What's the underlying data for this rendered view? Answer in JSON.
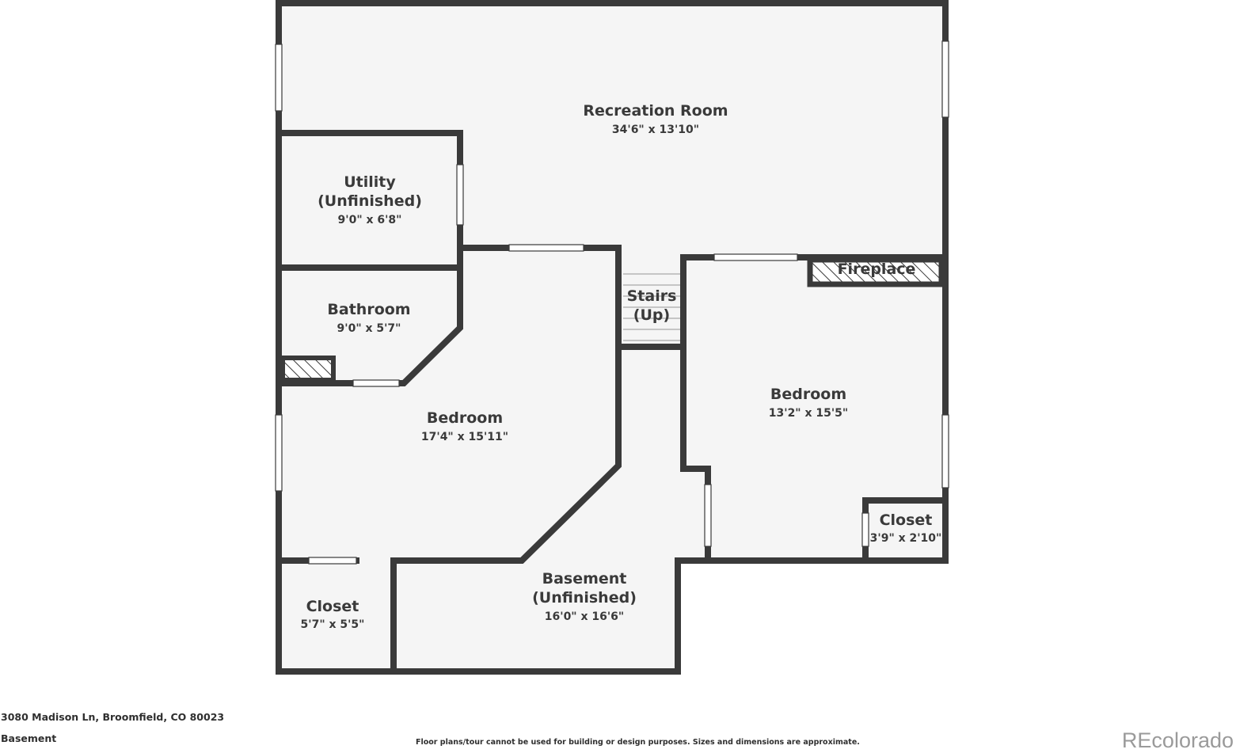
{
  "rooms": {
    "recreation": {
      "name": "Recreation Room",
      "dims": "34'6\" x 13'10\""
    },
    "utility": {
      "name_line1": "Utility",
      "name_line2": "(Unfinished)",
      "dims": "9'0\" x 6'8\""
    },
    "bathroom": {
      "name": "Bathroom",
      "dims": "9'0\" x 5'7\""
    },
    "bedroom_left": {
      "name": "Bedroom",
      "dims": "17'4\" x 15'11\""
    },
    "stairs": {
      "name_line1": "Stairs",
      "name_line2": "(Up)"
    },
    "fireplace": {
      "name": "Fireplace"
    },
    "bedroom_right": {
      "name": "Bedroom",
      "dims": "13'2\" x 15'5\""
    },
    "closet_right": {
      "name": "Closet",
      "dims": "3'9\" x 2'10\""
    },
    "closet_left": {
      "name": "Closet",
      "dims": "5'7\" x 5'5\""
    },
    "basement": {
      "name_line1": "Basement",
      "name_line2": "(Unfinished)",
      "dims": "16'0\" x 16'6\""
    }
  },
  "footer": {
    "address": "3080 Madison Ln, Broomfield, CO 80023",
    "level": "Basement",
    "disclaimer": "Floor plans/tour cannot be used for building or design purposes. Sizes and dimensions are approximate.",
    "brand": "REcolorado"
  },
  "colors": {
    "wall": "#3a3a3a",
    "floor": "#f5f5f5",
    "window": "#ffffff",
    "brand": "#9a9a9a"
  }
}
